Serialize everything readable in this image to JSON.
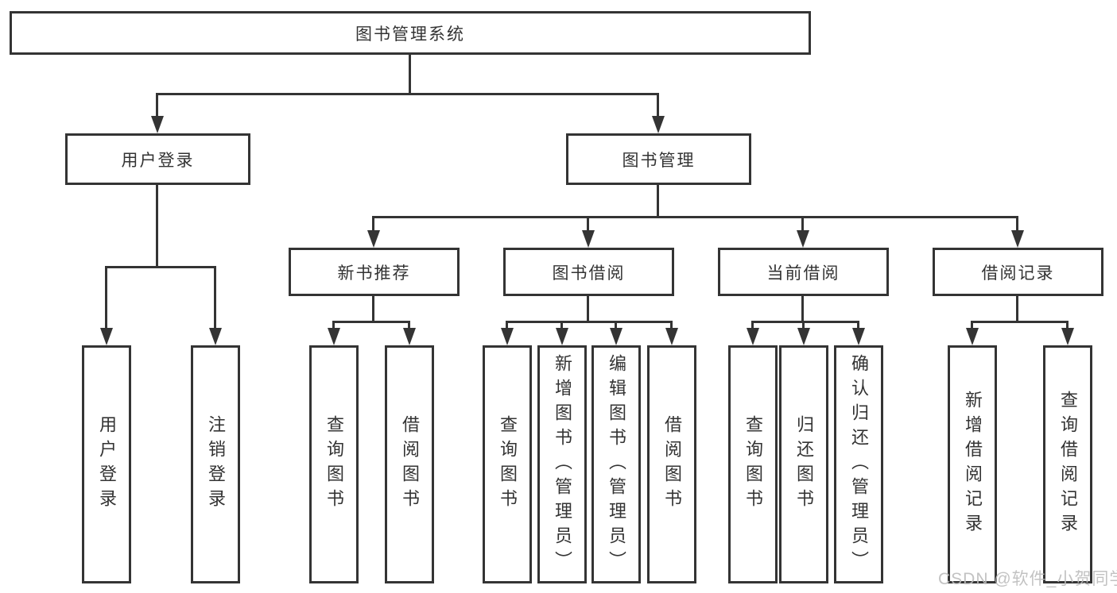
{
  "tree": {
    "root": "图书管理系统",
    "branches": [
      {
        "label": "用户登录",
        "leaves": [
          "用户登录",
          "注销登录"
        ]
      },
      {
        "label": "图书管理",
        "groups": [
          {
            "label": "新书推荐",
            "leaves": [
              "查询图书",
              "借阅图书"
            ]
          },
          {
            "label": "图书借阅",
            "leaves": [
              "查询图书",
              "新增图书（管理员）",
              "编辑图书（管理员）",
              "借阅图书"
            ]
          },
          {
            "label": "当前借阅",
            "leaves": [
              "查询图书",
              "归还图书",
              "确认归还（管理员）"
            ]
          },
          {
            "label": "借阅记录",
            "leaves": [
              "新增借阅记录",
              "查询借阅记录"
            ]
          }
        ]
      }
    ]
  },
  "watermark": "CSDN @软件_小贺同学",
  "colors": {
    "background": "#ffffff",
    "line": "#343434",
    "text": "#333333",
    "watermark": "#bcbcbc"
  }
}
